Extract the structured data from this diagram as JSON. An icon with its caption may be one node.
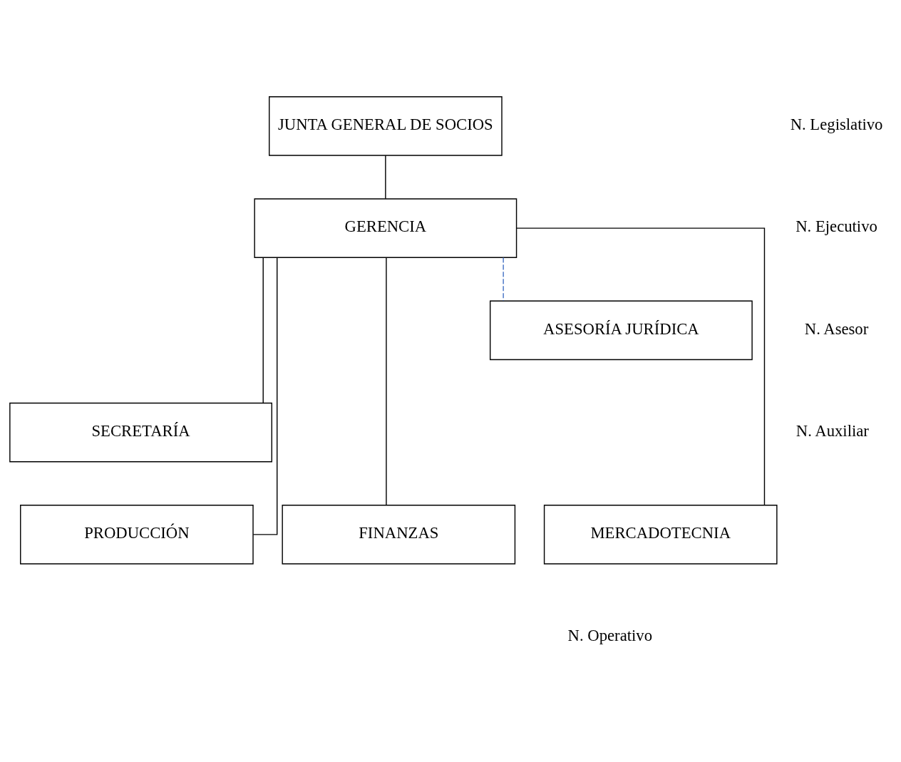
{
  "diagram": {
    "nodes": [
      {
        "text": [
          "JUNTA GENERAL DE SOCIOS"
        ]
      },
      {
        "text": [
          "GERENCIA"
        ]
      },
      {
        "text": [
          "ASESORÍA JURÍDICA"
        ]
      },
      {
        "text": [
          "SECRETARÍA"
        ]
      },
      {
        "text": [
          "FINANZAS"
        ]
      },
      {
        "text": [
          "PRODUCCIÓN"
        ]
      },
      {
        "text": [
          "MERCADOTECNIA"
        ]
      }
    ],
    "edges": [
      {
        "from": 0,
        "to": 1,
        "arrow": "none"
      },
      {
        "from": 1,
        "to": 2,
        "arrow": "none",
        "style": "dashed",
        "color": "#4472c4"
      },
      {
        "from": 1,
        "to": 3,
        "arrow": "none"
      },
      {
        "from": 1,
        "to": 4,
        "arrow": "none"
      },
      {
        "from": 1,
        "to": 5,
        "arrow": "none"
      },
      {
        "from": 1,
        "to": 6,
        "arrow": "none"
      }
    ],
    "labels": [
      "N. Legislativo",
      "N. Ejecutivo",
      "N. Asesor",
      "N. Auxiliar",
      "N. Operativo"
    ]
  }
}
